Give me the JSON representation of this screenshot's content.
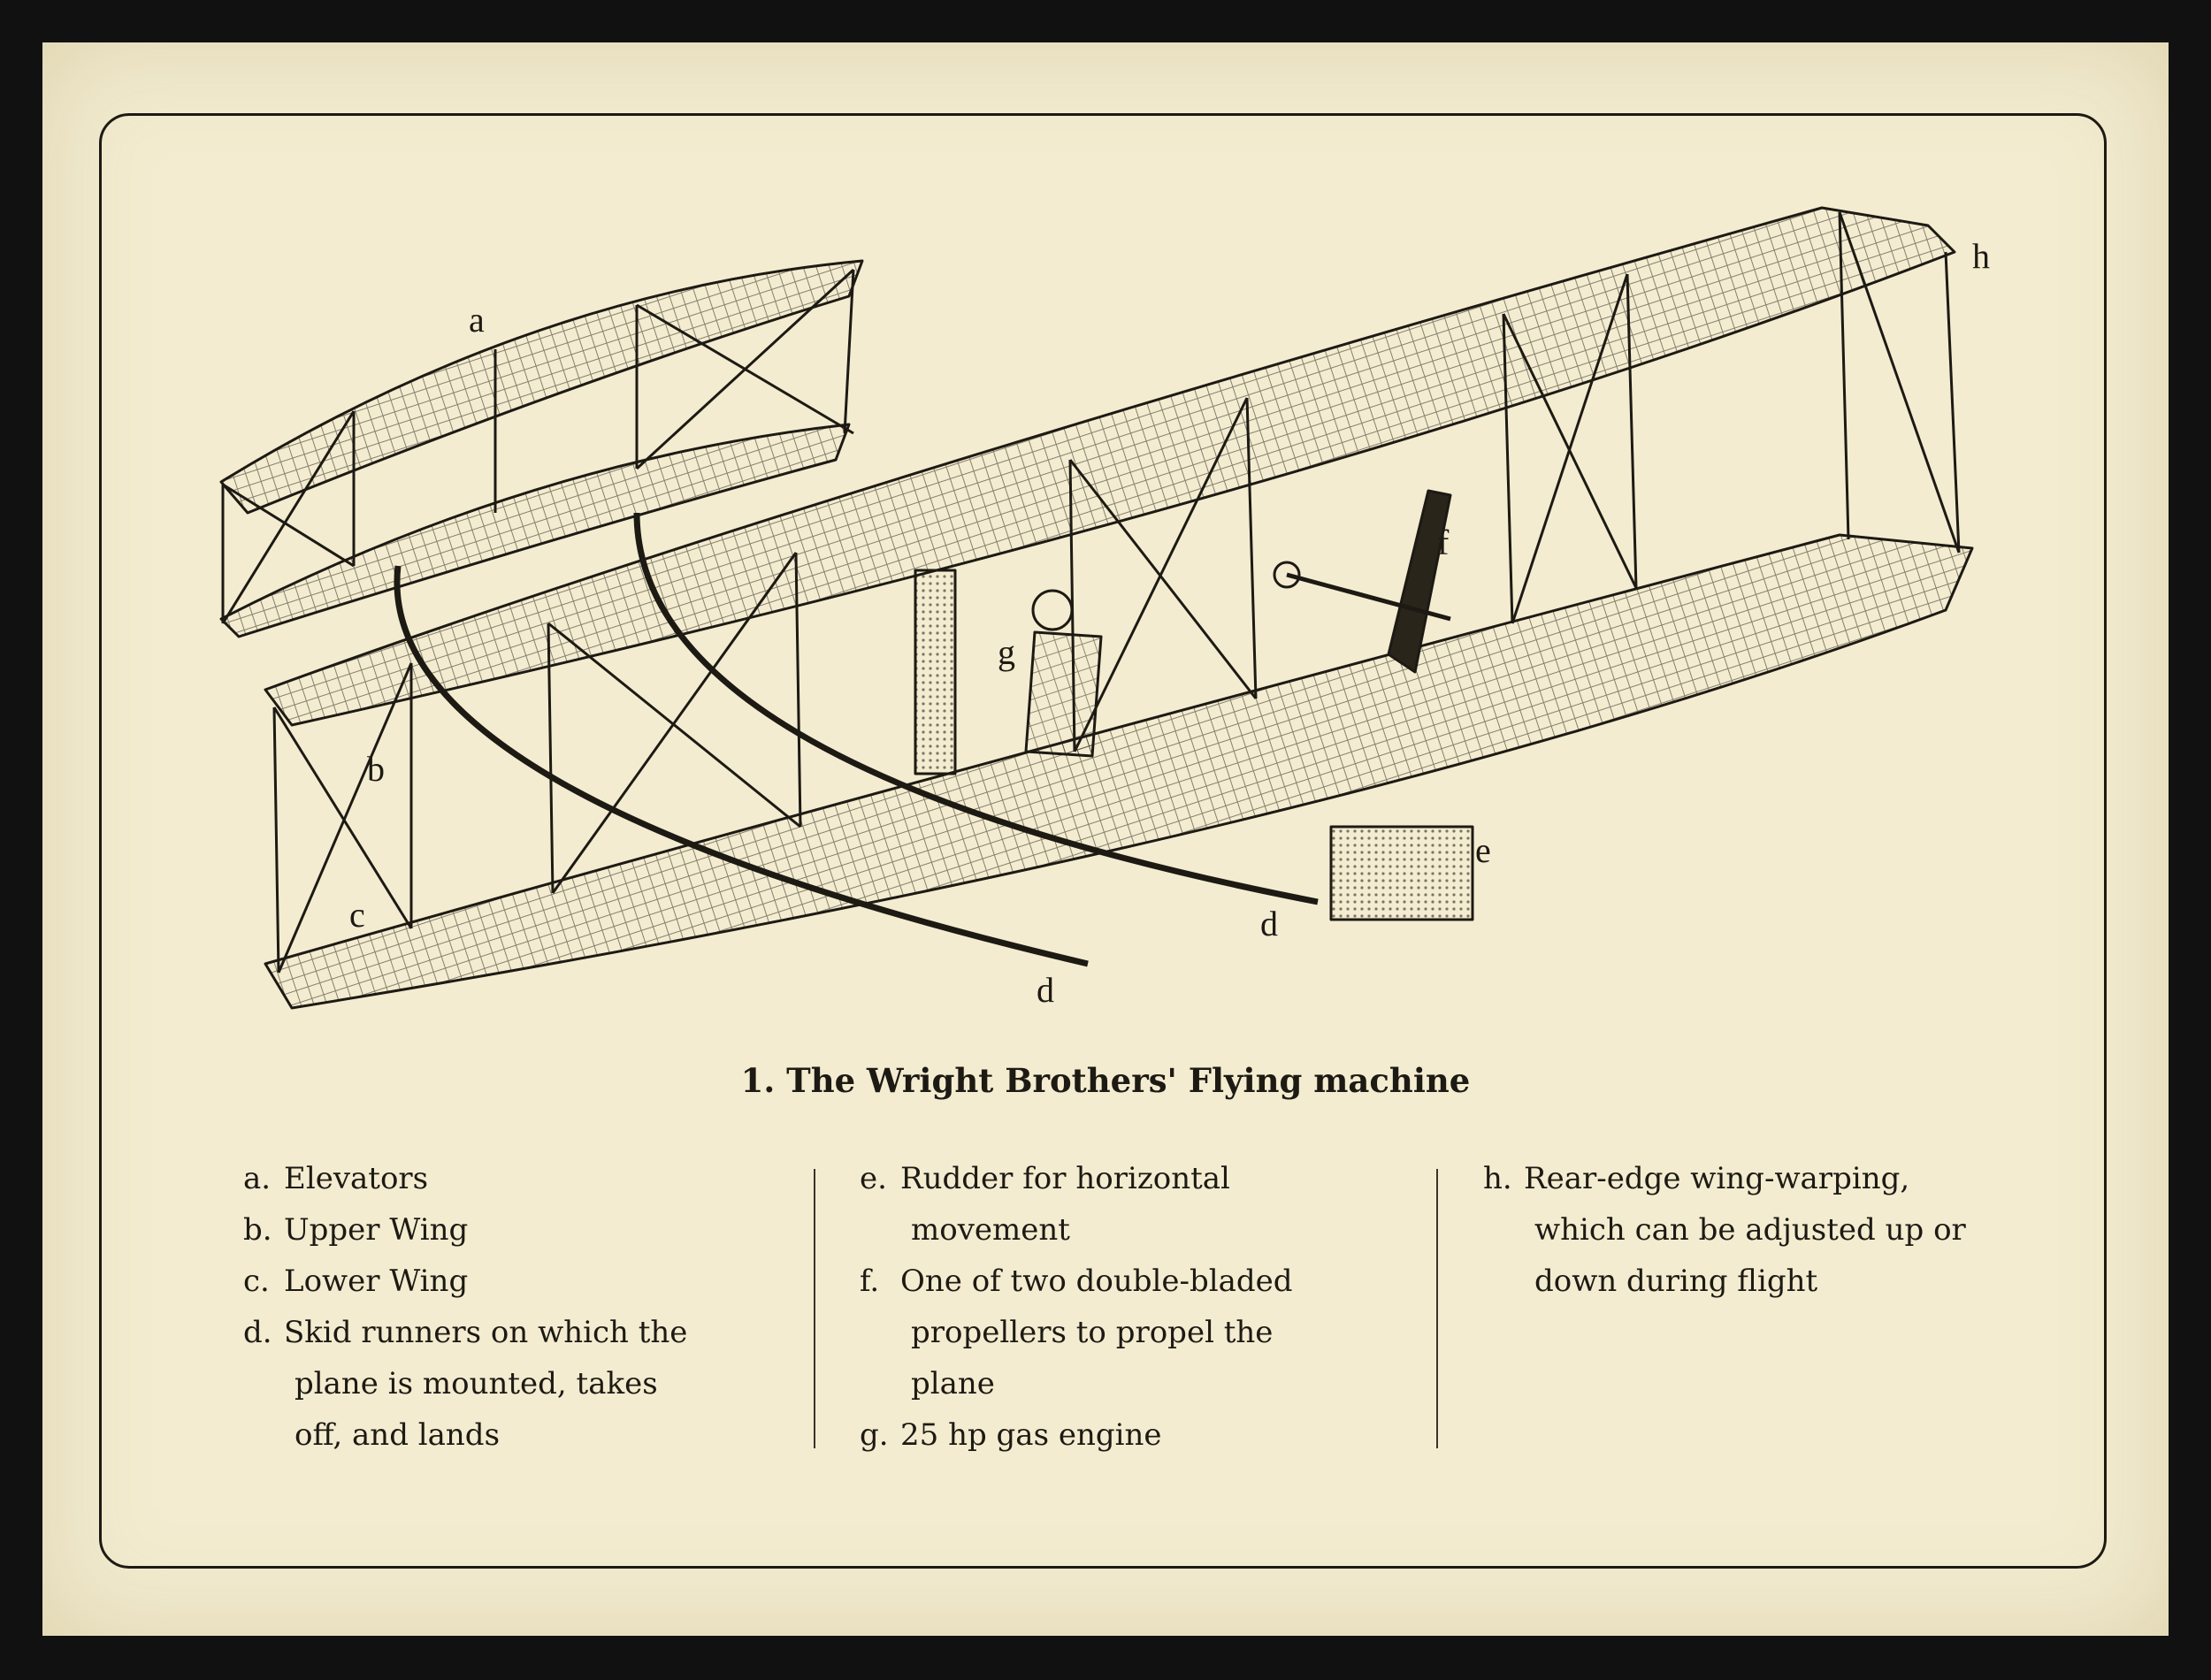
{
  "caption": "1. The Wright Brothers' Flying machine",
  "callouts": {
    "a": "a",
    "b": "b",
    "c": "c",
    "d1": "d",
    "d2": "d",
    "e": "e",
    "f": "f",
    "g": "g",
    "h": "h"
  },
  "legend": {
    "col1": [
      {
        "key": "a.",
        "text": "Elevators"
      },
      {
        "key": "b.",
        "text": "Upper Wing"
      },
      {
        "key": "c.",
        "text": "Lower Wing"
      },
      {
        "key": "d.",
        "text": "Skid runners on which the plane is mounted, takes off, and lands"
      }
    ],
    "col2": [
      {
        "key": "e.",
        "text": "Rudder for horizontal movement"
      },
      {
        "key": "f.",
        "text": "One of two double-bladed propellers to propel the plane"
      },
      {
        "key": "g.",
        "text": "25 hp gas engine"
      }
    ],
    "col3": [
      {
        "key": "h.",
        "text": "Rear-edge wing-warping, which can be adjusted up or down during flight"
      }
    ]
  },
  "colors": {
    "paper": "#f3ecd0",
    "ink": "#1d1a14",
    "frame": "#111111"
  }
}
